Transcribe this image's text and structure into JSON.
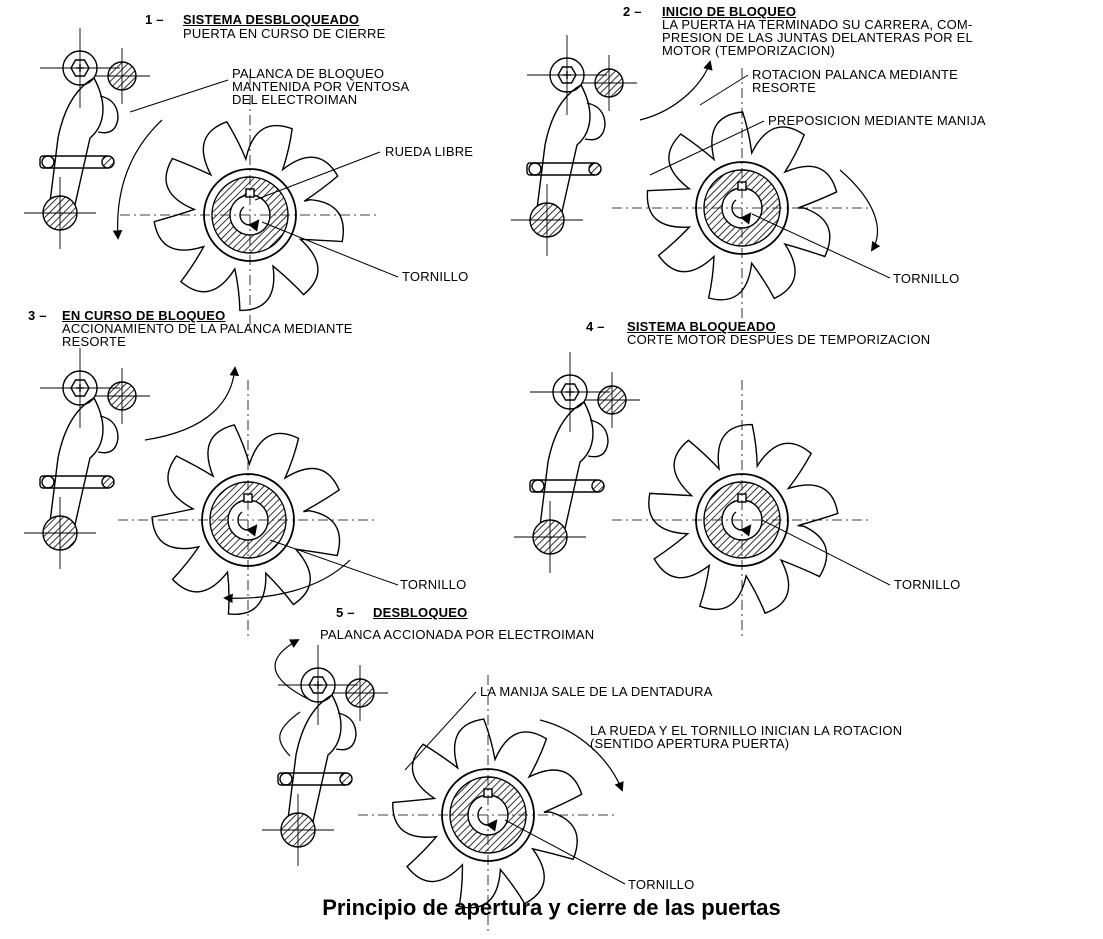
{
  "title": "Principio de apertura y cierre de las puertas",
  "steps": [
    {
      "number": "1 –",
      "heading": "SISTEMA DESBLOQUEADO",
      "desc": [
        "PUERTA EN CURSO DE CIERRE"
      ],
      "labels": [
        "PALANCA DE BLOQUEO",
        "MANTENIDA POR VENTOSA",
        "DEL ELECTROIMAN",
        "RUEDA LIBRE",
        "TORNILLO"
      ]
    },
    {
      "number": "2 –",
      "heading": "INICIO DE BLOQUEO",
      "desc": [
        "LA PUERTA HA TERMINADO SU CARRERA, COM-",
        "PRESION DE LAS JUNTAS DELANTERAS POR EL",
        "MOTOR (TEMPORIZACION)"
      ],
      "labels": [
        "ROTACION PALANCA MEDIANTE",
        "RESORTE",
        "PREPOSICION MEDIANTE MANIJA",
        "TORNILLO"
      ]
    },
    {
      "number": "3 –",
      "heading": "EN CURSO DE BLOQUEO",
      "desc": [
        "ACCIONAMIENTO DE LA PALANCA MEDIANTE",
        "RESORTE"
      ],
      "labels": [
        "TORNILLO"
      ]
    },
    {
      "number": "4 –",
      "heading": "SISTEMA BLOQUEADO",
      "desc": [
        "CORTE MOTOR DESPUES DE TEMPORIZACION"
      ],
      "labels": [
        "TORNILLO"
      ]
    },
    {
      "number": "5 –",
      "heading": "DESBLOQUEO",
      "desc": [
        "PALANCA ACCIONADA POR ELECTROIMAN"
      ],
      "labels": [
        "LA MANIJA SALE DE LA DENTADURA",
        "LA RUEDA Y EL TORNILLO INICIAN LA ROTACION",
        "(SENTIDO APERTURA PUERTA)",
        "TORNILLO"
      ]
    }
  ]
}
